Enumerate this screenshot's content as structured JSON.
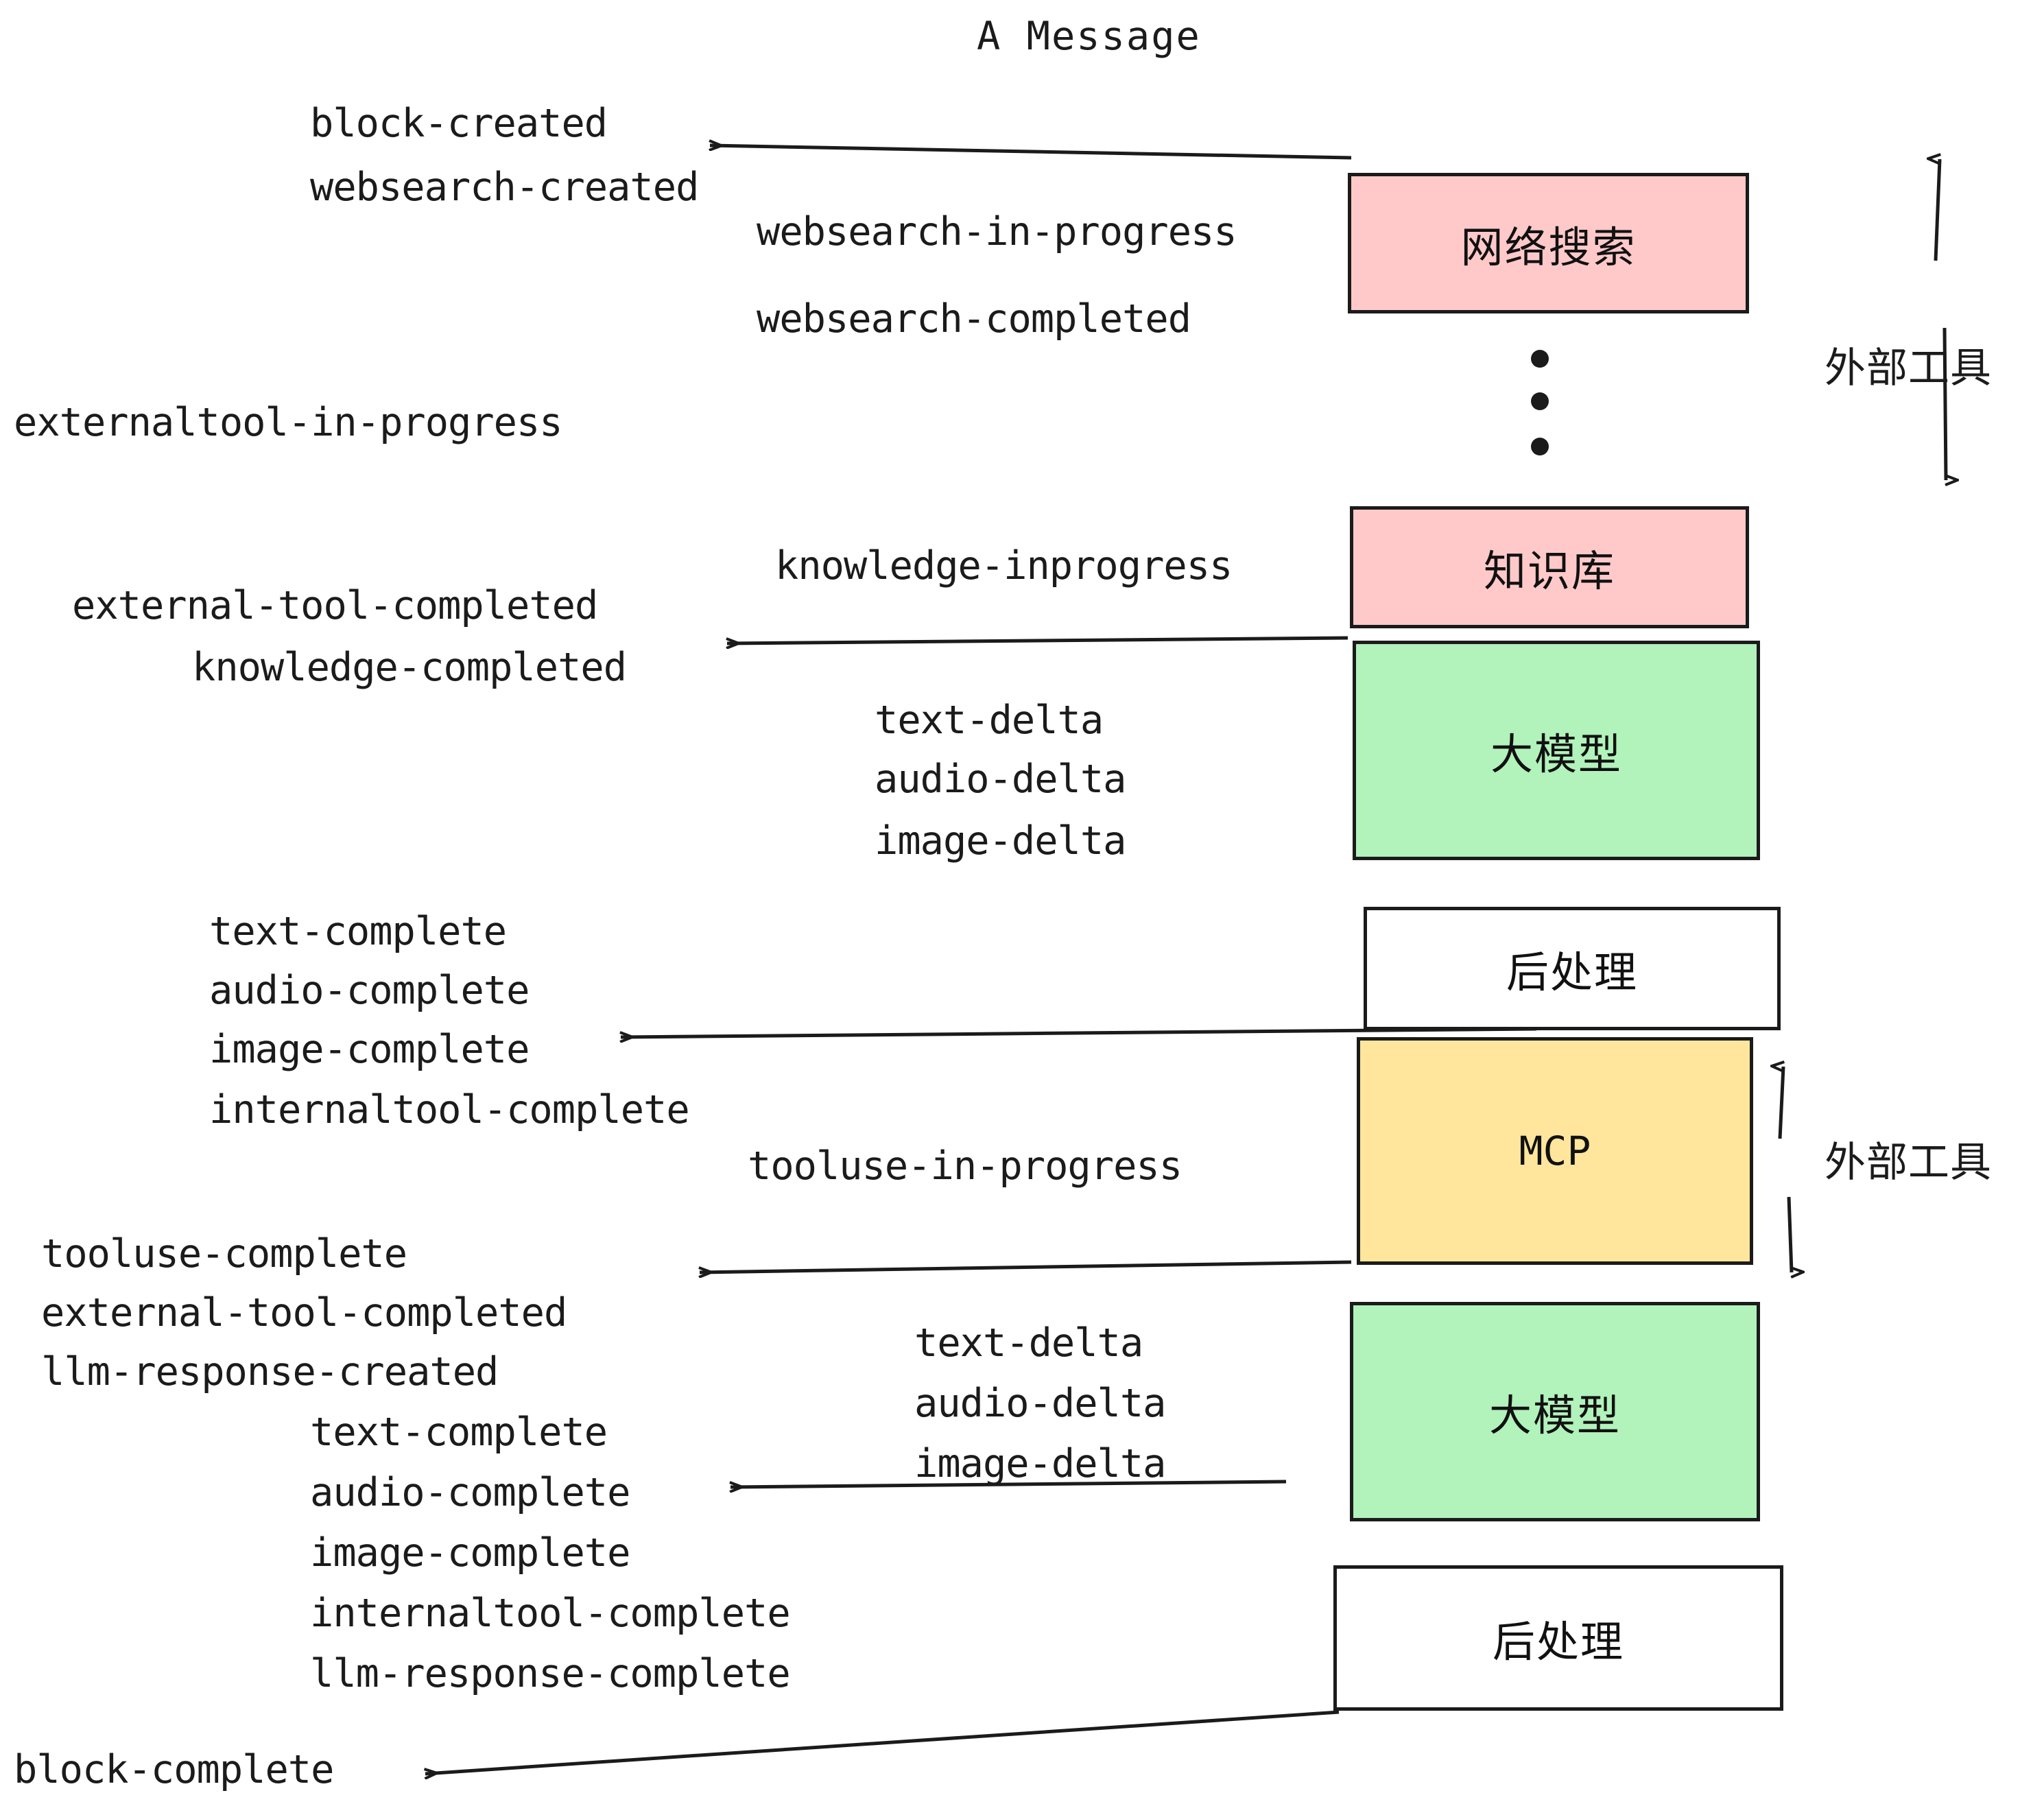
{
  "title": "A Message",
  "colors": {
    "pink": "#FFC9C9",
    "green": "#B2F2BB",
    "yellow": "#FFE69C",
    "white": "#FFFFFF",
    "stroke": "#1B1B1B"
  },
  "nodes": [
    {
      "id": "websearch",
      "label": "网络搜索",
      "fill": "#FFC9C9"
    },
    {
      "id": "knowledge",
      "label": "知识库",
      "fill": "#FFC9C9"
    },
    {
      "id": "llm-top",
      "label": "大模型",
      "fill": "#B2F2BB"
    },
    {
      "id": "post-top",
      "label": "后处理",
      "fill": "#FFFFFF"
    },
    {
      "id": "mcp",
      "label": "MCP",
      "fill": "#FFE69C"
    },
    {
      "id": "llm-bottom",
      "label": "大模型",
      "fill": "#B2F2BB"
    },
    {
      "id": "post-bottom",
      "label": "后处理",
      "fill": "#FFFFFF"
    }
  ],
  "side_labels": {
    "external_tool_top": "外部工具",
    "external_tool_bottom": "外部工具"
  },
  "events": {
    "block_created": "block-created",
    "websearch_created": "websearch-created",
    "websearch_in_progress": "websearch-in-progress",
    "websearch_completed": "websearch-completed",
    "externaltool_in_progress": "externaltool-in-progress",
    "knowledge_inprogress": "knowledge-inprogress",
    "external_tool_completed_1": "external-tool-completed",
    "knowledge_completed": "knowledge-completed",
    "text_delta_1": "text-delta",
    "audio_delta_1": "audio-delta",
    "image_delta_1": "image-delta",
    "text_complete_1": "text-complete",
    "audio_complete_1": "audio-complete",
    "image_complete_1": "image-complete",
    "internaltool_complete_1": "internaltool-complete",
    "tooluse_in_progress": "tooluse-in-progress",
    "tooluse_complete": "tooluse-complete",
    "external_tool_completed_2": "external-tool-completed",
    "llm_response_created": "llm-response-created",
    "text_delta_2": "text-delta",
    "audio_delta_2": "audio-delta",
    "image_delta_2": "image-delta",
    "text_complete_2": "text-complete",
    "audio_complete_2": "audio-complete",
    "image_complete_2": "image-complete",
    "internaltool_complete_2": "internaltool-complete",
    "llm_response_complete": "llm-response-complete",
    "block_complete": "block-complete"
  },
  "ellipsis_dots": 3
}
